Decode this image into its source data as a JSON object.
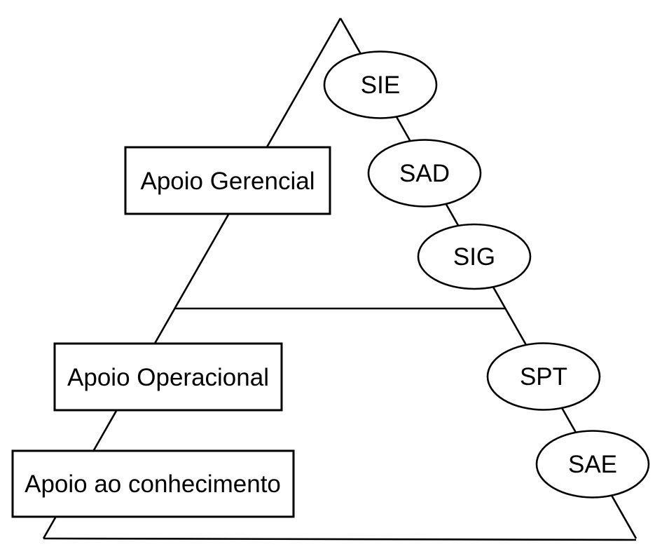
{
  "diagram": {
    "description": "Pyramid of organizational information systems with support levels and system types",
    "colors": {
      "background": "#ffffff",
      "stroke": "#000000",
      "text": "#000000"
    },
    "levels": [
      {
        "id": "gerencial",
        "label": "Apoio Gerencial"
      },
      {
        "id": "operacional",
        "label": "Apoio Operacional"
      },
      {
        "id": "conhecimento",
        "label": "Apoio ao conhecimento"
      }
    ],
    "systems": [
      {
        "id": "sie",
        "label": "SIE"
      },
      {
        "id": "sad",
        "label": "SAD"
      },
      {
        "id": "sig",
        "label": "SIG"
      },
      {
        "id": "spt",
        "label": "SPT"
      },
      {
        "id": "sae",
        "label": "SAE"
      }
    ]
  }
}
